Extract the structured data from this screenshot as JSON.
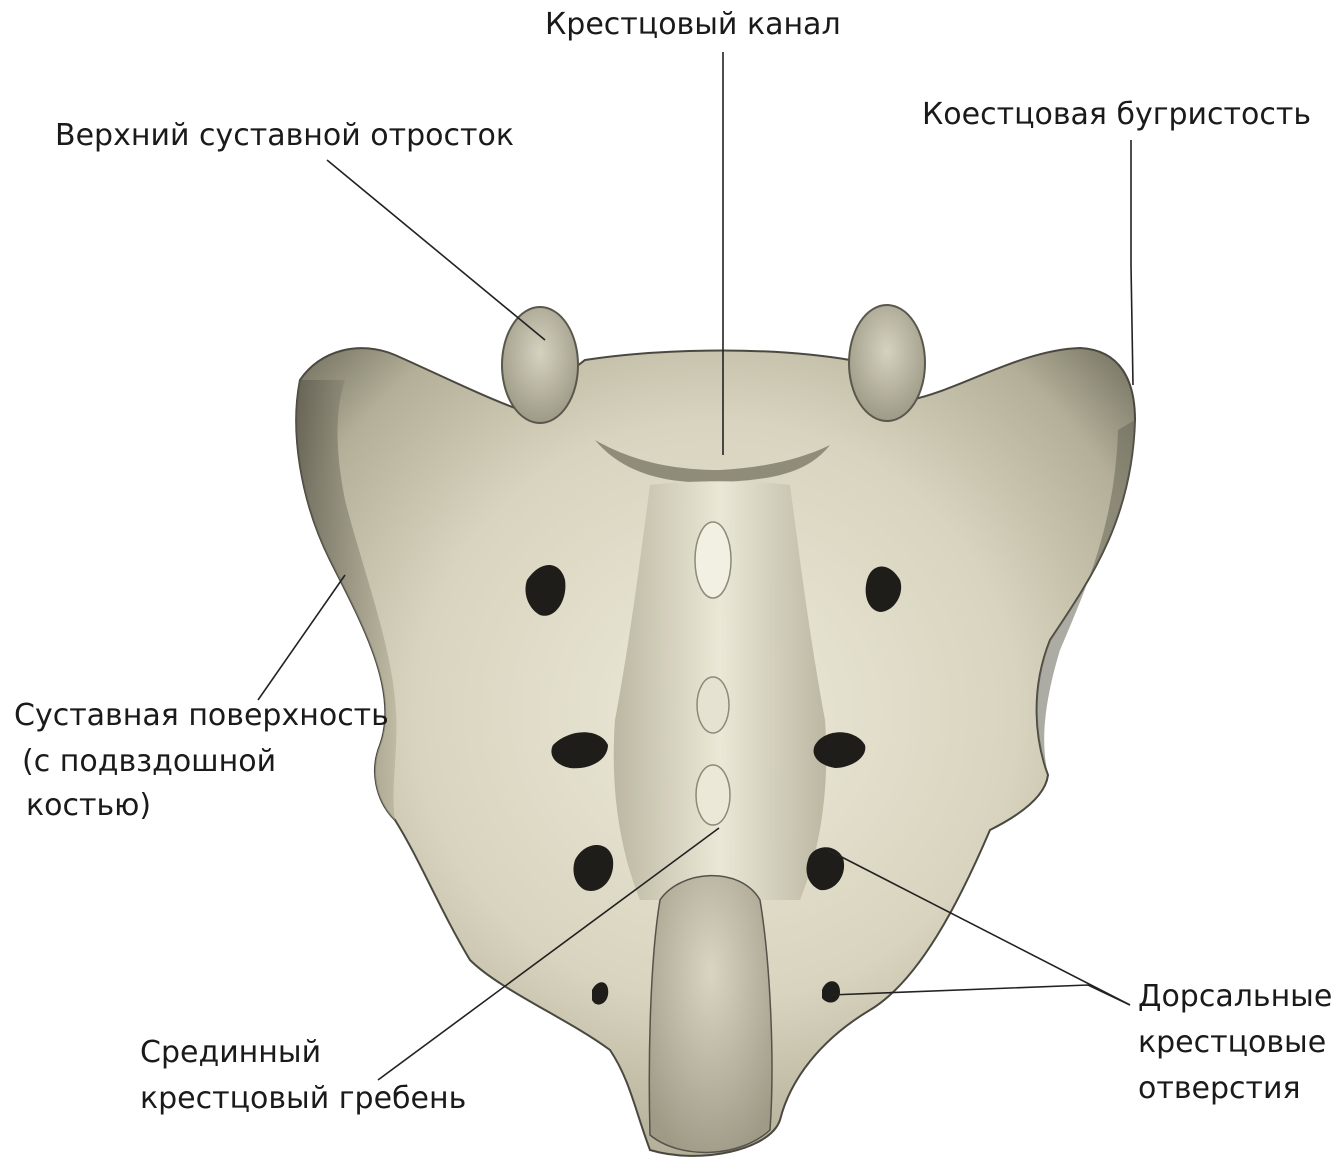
{
  "labels": {
    "sacral_canal": "Крестцовый канал",
    "superior_articular_process": "Верхний суставной отросток",
    "sacral_tuberosity": "Коестцовая бугристость",
    "auricular_surface": [
      "Суставная поверхность",
      "(с подвздошной",
      "костью)"
    ],
    "median_sacral_crest": [
      "Срединный",
      "крестцовый гребень"
    ],
    "dorsal_sacral_foramina": [
      "Дорсальные",
      "крестцовые",
      "отверстия"
    ]
  },
  "colors": {
    "bone_light": "#e4e0cc",
    "bone_mid": "#c9c4ad",
    "bone_shadow": "#6e6b5c",
    "foramen": "#1f1d19",
    "leader_line": "#222222",
    "label_text": "#1a1a1a",
    "background": "#ffffff"
  }
}
